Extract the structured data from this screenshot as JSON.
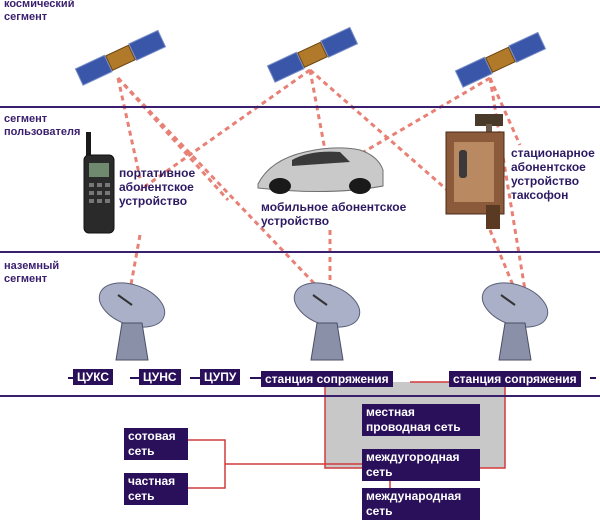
{
  "segments": {
    "space": [
      "космический",
      "сегмент"
    ],
    "user": [
      "сегмент",
      "пользователя"
    ],
    "ground": [
      "наземный",
      "сегмент"
    ]
  },
  "devices": {
    "portable": [
      "портативное",
      "абонентское",
      "устройство"
    ],
    "mobile": [
      "мобильное абонентское",
      "устройство"
    ],
    "stationary": [
      "стационарное",
      "абонентское",
      "устройство",
      "таксофон"
    ]
  },
  "ground_boxes": {
    "tsuks": "ЦУКС",
    "tsuns": "ЦУНС",
    "tsupu": "ЦУПУ",
    "gateway1": "станция сопряжения",
    "gateway2": "станция сопряжения"
  },
  "networks": {
    "cellular": [
      "сотовая",
      "сеть"
    ],
    "private": [
      "частная",
      "сеть"
    ],
    "local_wired": [
      "местная",
      "проводная сеть"
    ],
    "long_distance": [
      "междугородная",
      "сеть"
    ],
    "international": [
      "международная",
      "сеть"
    ]
  },
  "colors": {
    "accent": "#3a1f6e",
    "box": "#2a0f5a",
    "link": "#e88075",
    "line": "#d33b3b",
    "shade": "#c8c8c8"
  }
}
